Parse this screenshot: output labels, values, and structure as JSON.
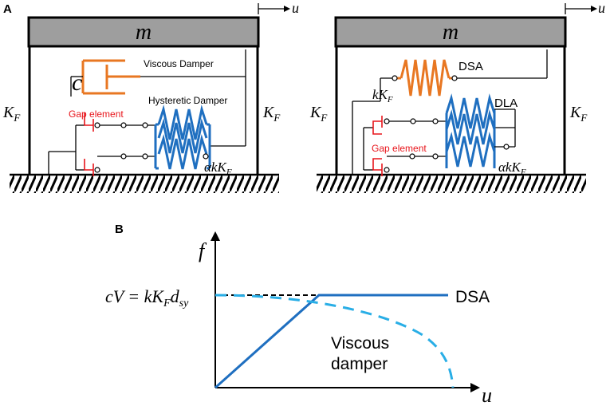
{
  "panels": {
    "a": "A",
    "b": "B"
  },
  "left_system": {
    "mass": "m",
    "disp": "u",
    "viscous_label": "Viscous Damper",
    "c": "c",
    "hysteretic_label": "Hysteretic Damper",
    "gap_label": "Gap element",
    "column_k": "K",
    "column_k_sub": "F",
    "alpha_prefix": "αkK",
    "alpha_sub": "F"
  },
  "right_system": {
    "mass": "m",
    "disp": "u",
    "dsa_label": "DSA",
    "dla_label": "DLA",
    "gap_label": "Gap element",
    "column_k": "K",
    "column_k_sub": "F",
    "k_prefix": "kK",
    "k_sub": "F",
    "alpha_prefix": "αkK",
    "alpha_sub": "F"
  },
  "graph": {
    "ylabel": "f",
    "xlabel": "u",
    "eq_left": "cV = kK",
    "eq_sub1": "F",
    "eq_d": "d",
    "eq_sub2": "sy",
    "dsa_label": "DSA",
    "viscous_line1": "Viscous",
    "viscous_line2": "damper"
  },
  "colors": {
    "dark_blue": "#1f6fc0",
    "light_blue": "#29aee6",
    "orange": "#e87722",
    "red": "#e8151b",
    "mass_gray": "#9e9e9e"
  }
}
